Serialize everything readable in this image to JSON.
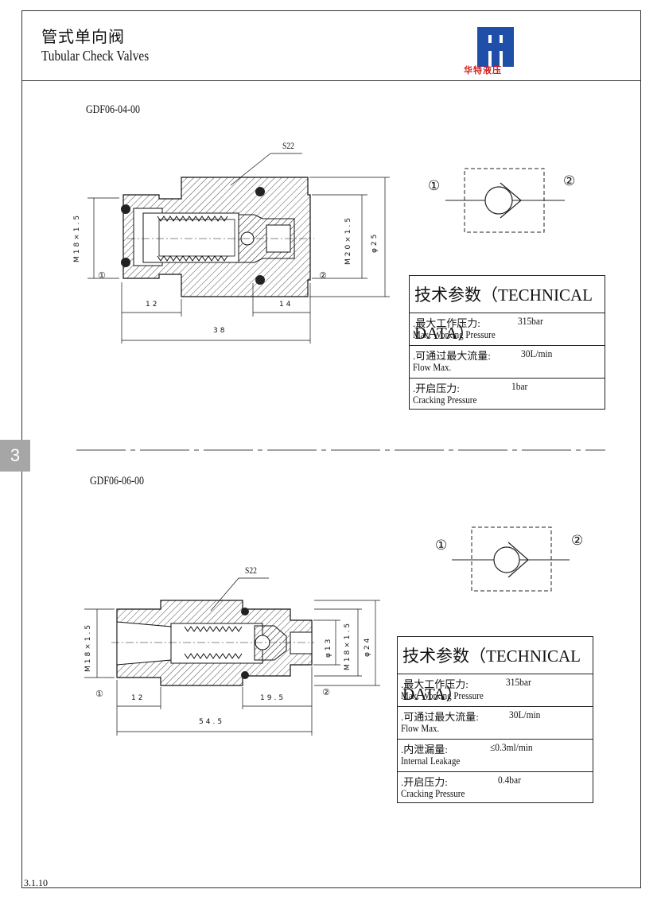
{
  "header": {
    "title_cn": "管式单向阀",
    "title_en": "Tubular Check Valves",
    "logo_text": "华特液压"
  },
  "side_tab": "3",
  "page_number": "3.1.10",
  "colors": {
    "logo_blue": "#1f4fa8",
    "logo_red": "#d21c1c",
    "tab_gray": "#a6a6a6"
  },
  "valve1": {
    "model": "GDF06-04-00",
    "labels": {
      "hex": "S22",
      "left_thread": "M18×1.5",
      "right_thread": "M20×1.5",
      "outer_dia": "φ25",
      "port1": "①",
      "port2": "②",
      "dim_left": "12",
      "dim_right": "14",
      "dim_total": "38"
    },
    "symbol": {
      "port1": "①",
      "port2": "②"
    },
    "tech": {
      "title": "技术参数（TECHNICAL DATA）",
      "rows": [
        {
          "cn": ".最大工作压力:",
          "en": "Max. Working Pressure",
          "value": "315bar"
        },
        {
          "cn": ".可通过最大流量:",
          "en": "Flow Max.",
          "value": "30L/min"
        },
        {
          "cn": ".开启压力:",
          "en": "Cracking Pressure",
          "value": "1bar"
        }
      ]
    }
  },
  "valve2": {
    "model": "GDF06-06-00",
    "labels": {
      "hex": "S22",
      "left_thread": "M18×1.5",
      "right_thread": "M18×1.5",
      "bore": "φ13",
      "outer_dia": "φ24",
      "port1": "①",
      "port2": "②",
      "dim_left": "12",
      "dim_right": "19.5",
      "dim_total": "54.5"
    },
    "symbol": {
      "port1": "①",
      "port2": "②"
    },
    "tech": {
      "title": "技术参数（TECHNICAL DATA）",
      "rows": [
        {
          "cn": ".最大工作压力:",
          "en": "Max. Working Pressure",
          "value": "315bar"
        },
        {
          "cn": ".可通过最大流量:",
          "en": "Flow Max.",
          "value": "30L/min"
        },
        {
          "cn": ".内泄漏量:",
          "en": "Internal Leakage",
          "value": "≤0.3ml/min"
        },
        {
          "cn": ".开启压力:",
          "en": "Cracking Pressure",
          "value": "0.4bar"
        }
      ]
    }
  }
}
